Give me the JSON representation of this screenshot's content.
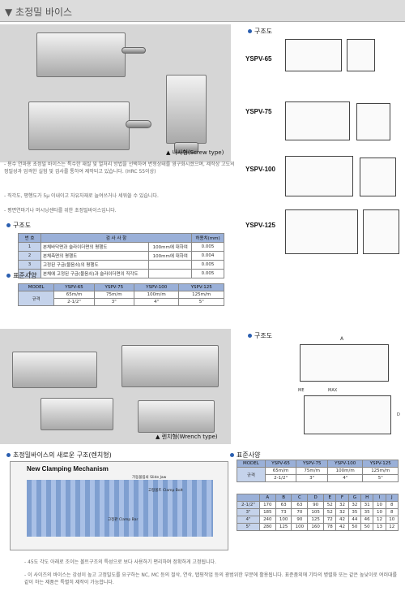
{
  "header": {
    "title": "▼ 초정밀 바이스"
  },
  "screw": {
    "caption": "▲ 나사형(Screw type)",
    "struct_title": "구조도",
    "models": [
      "YSPV-65",
      "YSPV-75",
      "YSPV-100",
      "YSPV-125"
    ]
  },
  "notes1": [
    "- 용수 연마용 초정밀 바이스는 특수한 재질 및 열처리 방법을 선택하여 변형상태를 영구화시켰으며, 제작상 고도의 정밀성과 엄격한 실험 및 검사를 통하여 제작되고 있습니다. (HRC 55이상)",
    "- 직각도, 평행도가 5μ 이내이고 자유자재로 늘여쓰거나 세워쓸 수 있습니다.",
    "- 평면연마기나 머시닝센타를 위한 초정밀바이스입니다."
  ],
  "structure_table": {
    "title": "구조도",
    "headers": [
      "번 호",
      "검 사 사 항",
      "",
      "허용치(mm)"
    ],
    "rows": [
      [
        "1",
        "본체바닥면과 슬라이더면의 평행도",
        "100mm에 대하여",
        "0.005"
      ],
      [
        "2",
        "본체측면의 평행도",
        "100mm에 대하여",
        "0.004"
      ],
      [
        "3",
        "고정된 구금(물음쇠)의 평행도",
        "",
        "0.005"
      ],
      [
        "4",
        "본체에 고정된 구금(물음쇠)과 슬라이더면의 직각도",
        "",
        "0.005"
      ]
    ]
  },
  "spec_table1": {
    "title": "표준사양",
    "headers": [
      "MODEL",
      "YSPV-65",
      "YSPV-75",
      "YSPV-100",
      "YSPV-125"
    ],
    "row_label": "규격",
    "row1": [
      "65m/m",
      "75m/m",
      "100m/m",
      "125m/m"
    ],
    "row2": [
      "2-1/2\"",
      "3\"",
      "4\"",
      "5\""
    ]
  },
  "wrench": {
    "caption": "▲ 렌치형(Wrench type)",
    "struct_title": "구조도",
    "labels": {
      "a": "A",
      "me": "ME",
      "max": "MAX",
      "d": "D"
    }
  },
  "mechanism": {
    "title": "초정밀바이스의 새로운 구조(렌치형)",
    "inner_title": "New Clamping Mechanism",
    "labels": [
      "가동물림쇠 Slide Jaw",
      "고정볼트 Clamp Bolt",
      "고정판 Clamp Bar"
    ]
  },
  "spec_table2": {
    "title": "표준사양",
    "headers": [
      "MODEL",
      "YSPV-65",
      "YSPV-75",
      "YSPV-100",
      "YSPV-125"
    ],
    "row_label": "규격",
    "row1": [
      "65m/m",
      "75m/m",
      "100m/m",
      "125m/m"
    ],
    "row2": [
      "2-1/2\"",
      "3\"",
      "4\"",
      "5\""
    ],
    "dim_headers": [
      "",
      "A",
      "B",
      "C",
      "D",
      "E",
      "F",
      "G",
      "H",
      "I",
      "J"
    ],
    "dim_rows": [
      [
        "2-1/2\"",
        "170",
        "63",
        "63",
        "90",
        "52",
        "32",
        "32",
        "31",
        "10",
        "8"
      ],
      [
        "3\"",
        "185",
        "73",
        "70",
        "105",
        "52",
        "32",
        "35",
        "35",
        "10",
        "8"
      ],
      [
        "4\"",
        "240",
        "100",
        "90",
        "125",
        "72",
        "42",
        "44",
        "46",
        "12",
        "10"
      ],
      [
        "5\"",
        "280",
        "125",
        "100",
        "160",
        "78",
        "42",
        "50",
        "50",
        "13",
        "12"
      ]
    ]
  },
  "notes2": [
    "- 45도 각도 아래로 조이는 볼트구조의 특성으로 보다 사용하기 편리하며 정확하게 고정됩니다.",
    "- 이 사이즈의 바이스는 강성이 높고 고정밀도를 요구하는 NC, MC 등의 절삭, 연삭, 탭핑작업 등의 광범위한 부분에 활용됩니다. 표준품외에 기타의 병렬화 또는 같은 높낮이로 여러대를 같이 하는 제품은 특별히 제작이 가능합니다."
  ]
}
